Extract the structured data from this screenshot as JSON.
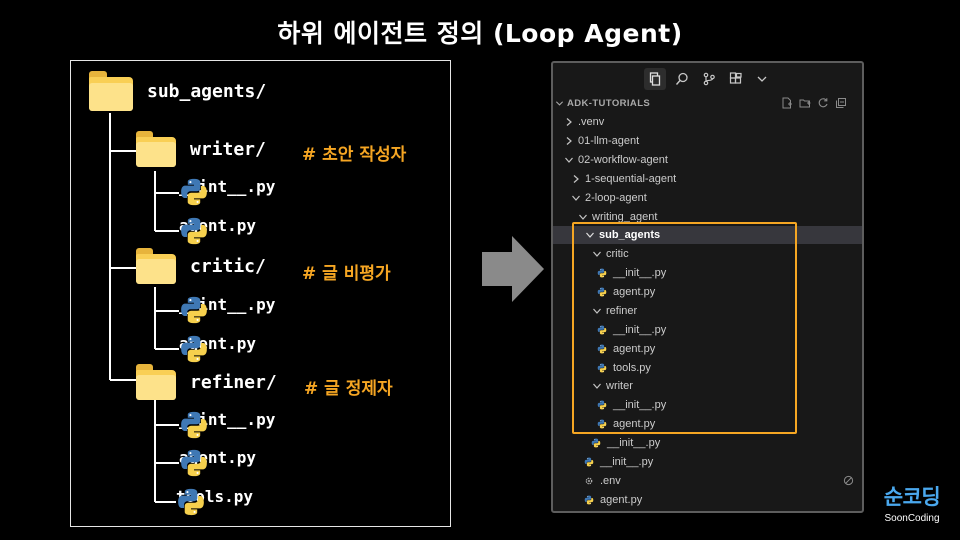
{
  "title": "하위  에이전트 정의 (Loop Agent)",
  "tree": {
    "root": "sub_agents/",
    "writer": "writer/",
    "writer_comment": "# 초안 작성자",
    "critic": "critic/",
    "critic_comment": "# 글 비평가",
    "refiner": "refiner/",
    "refiner_comment": "# 글 정제자",
    "init_py": "__int__.py",
    "agent_py": "agent.py",
    "tools_py": "tools.py"
  },
  "explorer": {
    "section_title": "ADK-TUTORIALS",
    "items": [
      {
        "label": ".venv"
      },
      {
        "label": "01-llm-agent"
      },
      {
        "label": "02-workflow-agent"
      },
      {
        "label": "1-sequential-agent"
      },
      {
        "label": "2-loop-agent"
      },
      {
        "label": "writing_agent"
      },
      {
        "label": "sub_agents"
      },
      {
        "label": "critic"
      },
      {
        "label": "__init__.py"
      },
      {
        "label": "agent.py"
      },
      {
        "label": "refiner"
      },
      {
        "label": "__init__.py"
      },
      {
        "label": "agent.py"
      },
      {
        "label": "tools.py"
      },
      {
        "label": "writer"
      },
      {
        "label": "__init__.py"
      },
      {
        "label": "agent.py"
      },
      {
        "label": "__init__.py"
      },
      {
        "label": "__init__.py"
      },
      {
        "label": ".env"
      },
      {
        "label": "agent.py"
      }
    ]
  },
  "logo": {
    "main": "순코딩",
    "sub": "SoonCoding"
  },
  "colors": {
    "accent_orange": "#f5a623",
    "folder_yellow": "#f9cf55",
    "python_blue": "#3f78b4",
    "python_yellow": "#f6d04d",
    "logo_blue": "#4aa8ee"
  }
}
